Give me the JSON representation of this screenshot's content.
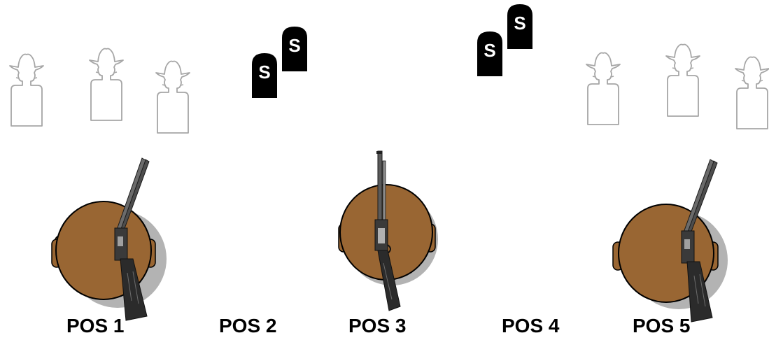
{
  "colors": {
    "background": "#ffffff",
    "target_outline": "#a6a6a6",
    "steel_fill": "#000000",
    "steel_letter": "#ffffff",
    "head_fill": "#996633",
    "head_outline": "#000000",
    "shadow": "#b3b3b3",
    "rifle_metal": "#4d4d4d",
    "rifle_wood": "#2b2b2b",
    "label_color": "#000000"
  },
  "targets": [
    {
      "id": "cardboard-target-1",
      "icon": "cowboy-silhouette-target"
    },
    {
      "id": "cardboard-target-2",
      "icon": "cowboy-silhouette-target"
    },
    {
      "id": "cardboard-target-3",
      "icon": "cowboy-silhouette-target"
    },
    {
      "id": "cardboard-target-4",
      "icon": "cowboy-silhouette-target"
    },
    {
      "id": "cardboard-target-5",
      "icon": "cowboy-silhouette-target"
    },
    {
      "id": "cardboard-target-6",
      "icon": "cowboy-silhouette-target"
    }
  ],
  "steel_targets": [
    {
      "letter": "S"
    },
    {
      "letter": "S"
    },
    {
      "letter": "S"
    },
    {
      "letter": "S"
    }
  ],
  "shooters": [
    {
      "icon": "shooter-with-shotgun"
    },
    {
      "icon": "shooter-with-rifle"
    },
    {
      "icon": "shooter-with-shotgun"
    }
  ],
  "positions": [
    {
      "label": "POS 1"
    },
    {
      "label": "POS 2"
    },
    {
      "label": "POS 3"
    },
    {
      "label": "POS 4"
    },
    {
      "label": "POS 5"
    }
  ]
}
